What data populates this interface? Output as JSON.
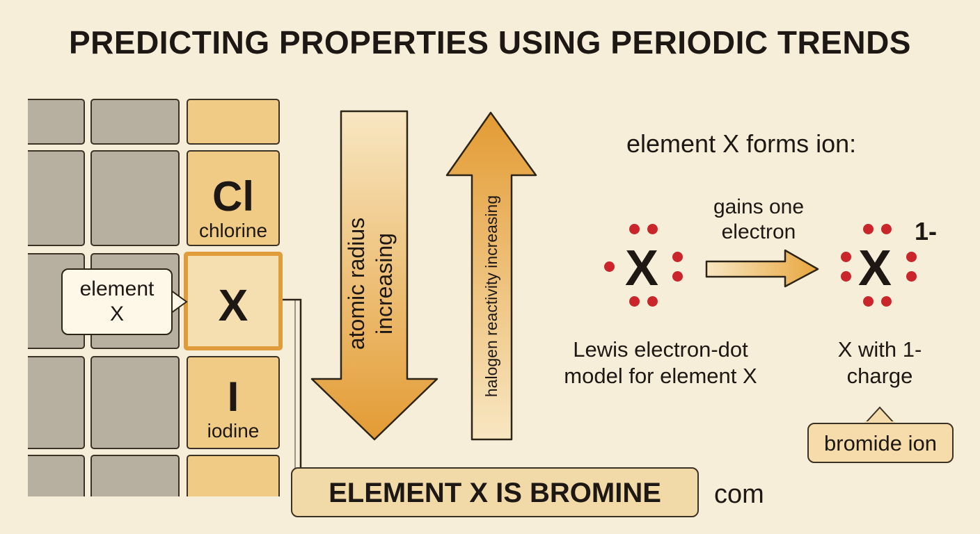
{
  "title": "PREDICTING PROPERTIES USING PERIODIC TRENDS",
  "periodic_table": {
    "chlorine": {
      "symbol": "Cl",
      "name": "chlorine"
    },
    "element_x": {
      "symbol": "X"
    },
    "iodine": {
      "symbol": "I",
      "name": "iodine"
    },
    "callout": {
      "line1": "element",
      "line2": "X"
    }
  },
  "trends": {
    "atomic_radius": {
      "line1": "atomic radius",
      "line2": "increasing"
    },
    "reactivity": "halogen reactivity increasing"
  },
  "answer": {
    "label": "ELEMENT X IS BROMINE",
    "trailing_text": "com"
  },
  "ion_formation": {
    "heading": "element X forms ion:",
    "arrow_label": {
      "line1": "gains one",
      "line2": "electron"
    },
    "left_symbol": "X",
    "right_symbol": "X",
    "charge": "1-",
    "left_caption": {
      "line1": "Lewis electron-dot",
      "line2": "model for element X"
    },
    "right_caption": {
      "line1": "X with 1-",
      "line2": "charge"
    },
    "ion_name": "bromide ion"
  },
  "colors": {
    "background": "#f6eed8",
    "gray_cell": "#b7b0a0",
    "orange_cell": "#f0cb86",
    "highlight_border": "#e09b3b",
    "arrow_fill": "#e6a33e",
    "electron_dot": "#c9252b"
  }
}
